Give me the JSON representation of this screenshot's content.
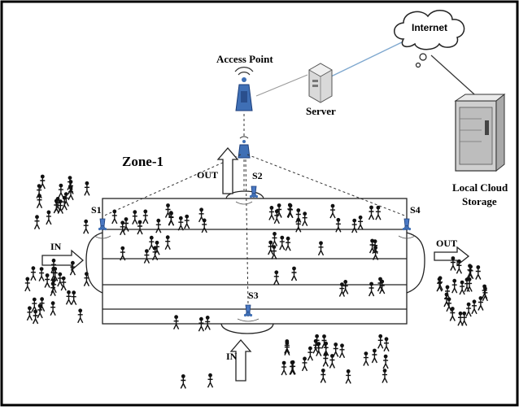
{
  "diagram": {
    "zone_label": "Zone-1",
    "access_point_label": "Access Point",
    "server_label": "Server",
    "internet_label": "Internet",
    "storage_label_line1": "Local Cloud",
    "storage_label_line2": "Storage",
    "sensors": [
      "S1",
      "S2",
      "S3",
      "S4"
    ],
    "flow_labels": {
      "left_in": "IN",
      "right_out": "OUT",
      "top_out": "OUT",
      "bottom_in": "IN"
    }
  },
  "colors": {
    "border": "#000000",
    "link_line": "#7fa8cf",
    "device_blue": "#3f6fb5",
    "sensor_body": "#4a78c2"
  },
  "icons": [
    "access-point-icon",
    "router-icon",
    "server-icon",
    "cloud-icon",
    "storage-rack-icon",
    "sensor-icon",
    "person-icon",
    "arrow-icon"
  ]
}
